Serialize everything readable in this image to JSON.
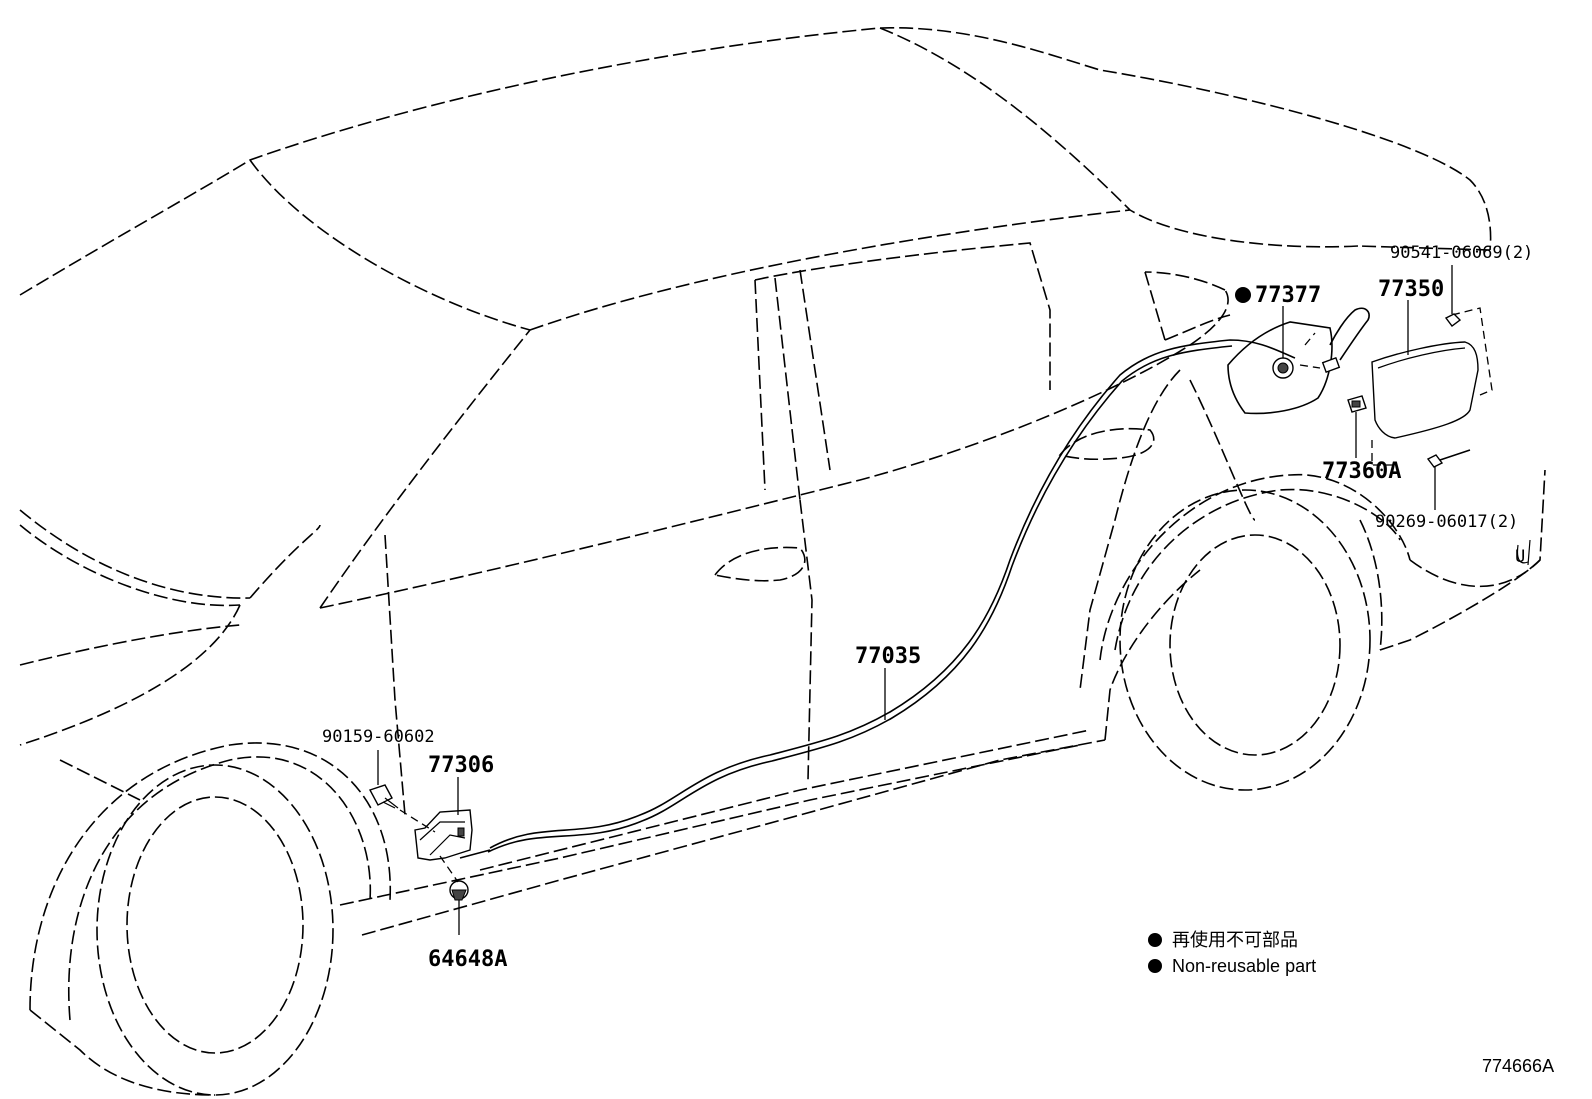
{
  "parts": {
    "p90541": "90541-06069(2)",
    "p77377": "77377",
    "p77350": "77350",
    "p77360a": "77360A",
    "p90269": "90269-06017(2)",
    "p77035": "77035",
    "p90159": "90159-60602",
    "p77306": "77306",
    "p64648a": "64648A"
  },
  "legend": {
    "line1": "再使用不可部品",
    "line2": "Non-reusable part"
  },
  "figure_id": "774666A",
  "corner_mark": "U",
  "colors": {
    "ink": "#000000",
    "paper": "#ffffff"
  }
}
